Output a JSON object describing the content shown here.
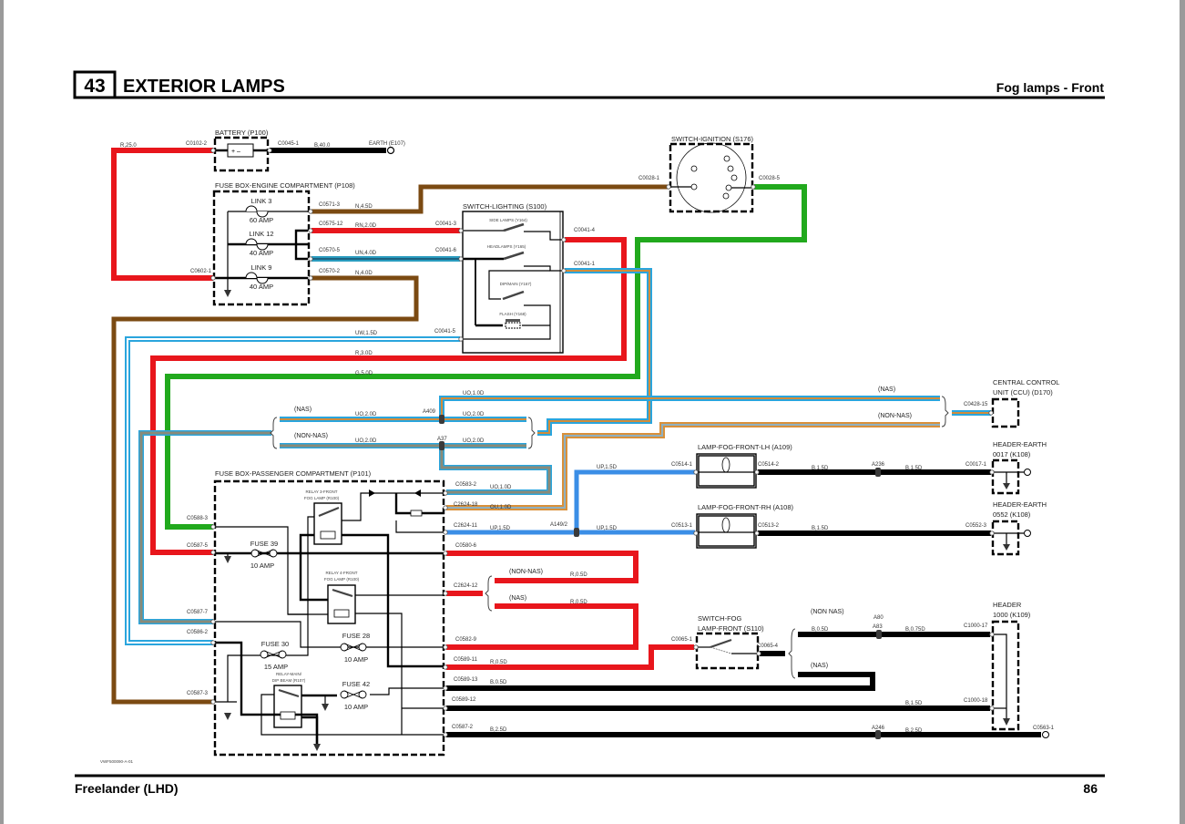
{
  "header": {
    "section_number": "43",
    "title": "EXTERIOR LAMPS",
    "subtitle": "Fog lamps - Front"
  },
  "footer": {
    "model": "Freelander (LHD)",
    "page": "86",
    "ref": "VWF500090-A-01"
  },
  "colors": {
    "red": "#e8161c",
    "brown": "#7b4a12",
    "green": "#21a91d",
    "blue": "#2aa5dd",
    "orange": "#d9903a",
    "purple_blue": "#3b8ee6",
    "black": "#000000"
  },
  "components": {
    "battery": "BATTERY (P100)",
    "earth_e107": "EARTH (E107)",
    "fusebox_engine": "FUSE BOX-ENGINE COMPARTMENT (P108)",
    "switch_lighting": "SWITCH-LIGHTING (S100)",
    "switch_ignition": "SWITCH-IGNITION (S176)",
    "ccu_1": "CENTRAL CONTROL",
    "ccu_2": "UNIT (CCU) (D170)",
    "lamp_lh": "LAMP-FOG-FRONT-LH (A109)",
    "lamp_rh": "LAMP-FOG-FRONT-RH (A108)",
    "hearth_0017_1": "HEADER-EARTH",
    "hearth_0017_2": "0017 (K108)",
    "hearth_0552_1": "HEADER-EARTH",
    "hearth_0552_2": "0552 (K108)",
    "switch_fog_1": "SWITCH-FOG",
    "switch_fog_2": "LAMP-FRONT (S110)",
    "header_1000_1": "HEADER",
    "header_1000_2": "1000 (K109)",
    "fusebox_passenger": "FUSE BOX-PASSENGER COMPARTMENT (P101)"
  },
  "fuses": {
    "link3": "LINK 3",
    "link3_amp": "60 AMP",
    "link12": "LINK 12",
    "link12_amp": "40 AMP",
    "link9": "LINK 9",
    "link9_amp": "40 AMP",
    "fuse39": "FUSE 39",
    "fuse39_amp": "10 AMP",
    "fuse30": "FUSE 30",
    "fuse30_amp": "15 AMP",
    "fuse28": "FUSE 28",
    "fuse28_amp": "10 AMP",
    "fuse42": "FUSE 42",
    "fuse42_amp": "10 AMP"
  },
  "relays": {
    "relay3_1": "RELAY 3-FRONT",
    "relay3_2": "FOG LAMP (R100)",
    "relay4_1": "RELAY 4-FRONT",
    "relay4_2": "FOG LAMP (R100)",
    "relaymain_1": "RELAY-MAIN/",
    "relaymain_2": "DIP BEAM (R107)"
  },
  "switch_contacts": {
    "side_lamps": "SIDE LAMPS (Y164)",
    "headlamps": "HEADLAMPS (Y165)",
    "dip_main": "DIP/MAIN (Y167)",
    "flash": "FLASH (Y168)"
  },
  "connectors": {
    "c0102_2": "C0102-2",
    "c0045_1": "C0045-1",
    "c0571_3": "C0571-3",
    "c0575_12": "C0575-12",
    "c0041_3": "C0041-3",
    "c0570_5": "C0570-5",
    "c0041_6": "C0041-6",
    "c0602_1": "C0602-1",
    "c0570_2": "C0570-2",
    "c0028_1": "C0028-1",
    "c0028_5": "C0028-5",
    "c0041_4": "C0041-4",
    "c0041_1": "C0041-1",
    "c0041_5": "C0041-5",
    "c0428_15": "C0428-15",
    "c0588_3": "C0588-3",
    "c0587_5": "C0587-5",
    "c0587_7": "C0587-7",
    "c0586_2": "C0586-2",
    "c0587_3": "C0587-3",
    "c0583_2": "C0583-2",
    "c2624_18": "C2624-18",
    "c2624_11": "C2624-11",
    "c0580_6": "C0580-6",
    "c2624_12": "C2624-12",
    "c0582_9": "C0582-9",
    "c0589_11": "C0589-11",
    "c0589_13": "C0589-13",
    "c0589_12": "C0589-12",
    "c0587_2": "C0587-2",
    "c0514_1": "C0514-1",
    "c0514_2": "C0514-2",
    "c0017_1": "C0017-1",
    "c0513_1": "C0513-1",
    "c0513_2": "C0513-2",
    "c0552_3": "C0552-3",
    "c0065_1": "C0065-1",
    "c0065_4": "C0065-4",
    "c1000_17": "C1000-17",
    "c1000_18": "C1000-18",
    "c0563_1": "C0563-1"
  },
  "wires": {
    "r25": "R,25.0",
    "b40": "B,40.0",
    "n45": "N,4.5D",
    "rn20": "RN,2.0D",
    "un40": "UN,4.0D",
    "n40": "N,4.0D",
    "uw15": "UW,1.5D",
    "r30": "R,3.0D",
    "g50": "G,5.0D",
    "uo10_top": "UO,1.0D",
    "uo20_nas_l": "UO,2.0D",
    "uo20_nas_r": "UO,2.0D",
    "uo20_non_l": "UO,2.0D",
    "uo20_non_r": "UO,2.0D",
    "uo10_p": "UO,1.0D",
    "ou10": "OU,1.0D",
    "up15_a": "UP,1.5D",
    "up15_b": "UP,1.5D",
    "up15_c": "UP,1.5D",
    "r05_a": "R,0.5D",
    "r05_b": "R,0.5D",
    "r05_c": "R,0.5D",
    "b05_a": "B,0.5D",
    "b25": "B,2.5D",
    "b15_lh_a": "B,1.5D",
    "b15_lh_b": "B,1.5D",
    "b15_rh": "B,1.5D",
    "b05_b": "B,0.5D",
    "b075": "B,0.75D",
    "b15_h": "B,1.5D",
    "b25_b": "B,2.5D"
  },
  "splices": {
    "a409": "A409",
    "a37": "A37",
    "a149_2": "A149/2",
    "a236": "A236",
    "a80": "A80",
    "a83": "A83",
    "a246": "A246"
  },
  "options": {
    "nas_left": "(NAS)",
    "non_nas_left": "(NON-NAS)",
    "nas_right": "(NAS)",
    "non_nas_right": "(NON-NAS)",
    "non_nas_red": "(NON-NAS)",
    "nas_red": "(NAS)",
    "non_nas_fog": "(NON NAS)",
    "nas_fog": "(NAS)"
  }
}
